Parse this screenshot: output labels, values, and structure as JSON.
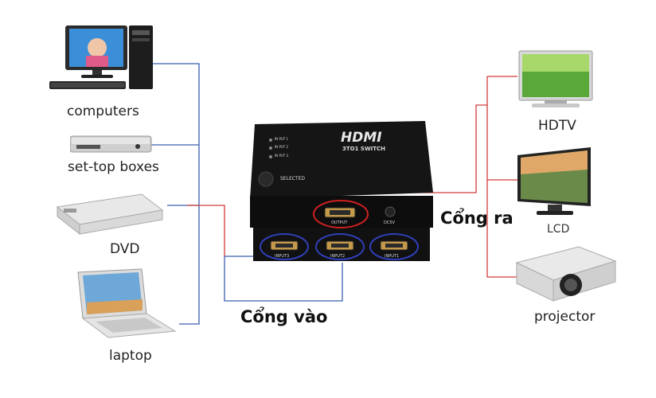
{
  "sources": {
    "computers": "computers",
    "set_top_boxes": "set-top boxes",
    "dvd": "DVD",
    "laptop": "laptop"
  },
  "displays": {
    "hdtv": "HDTV",
    "lcd": "LCD",
    "projector": "projector"
  },
  "ports": {
    "inputs_label": "Cổng vào",
    "output_label": "Cổng ra"
  },
  "switch_box": {
    "brand": "HDMI",
    "model": "3TO1 SWITCH",
    "led_1": "IN PUT 1",
    "led_2": "IN PUT 2",
    "led_3": "IN PUT 3",
    "selected": "SELECTED",
    "output": "OUTPUT",
    "dc": "DC5V",
    "input1": "INPUT1",
    "input2": "INPUT2",
    "input3": "INPUT3"
  },
  "colors": {
    "input_wire": "#3a5fb0",
    "output_wire": "#d23a3a",
    "port_ring": "#2f3fb8",
    "output_ring": "#d02020"
  }
}
